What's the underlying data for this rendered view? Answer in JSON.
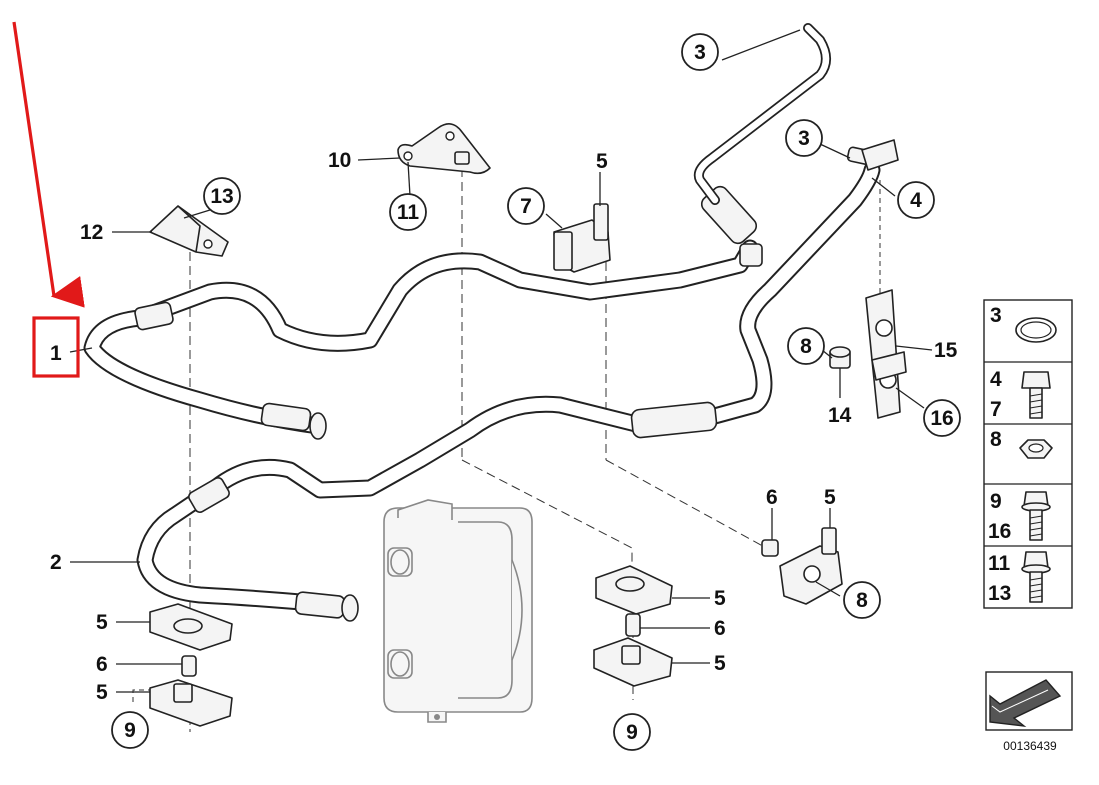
{
  "callouts": {
    "c1": "1",
    "c2": "2",
    "c3_top": "3",
    "c3_mid": "3",
    "c4": "4",
    "c5_clipA": "5",
    "c5_clipB": "5",
    "c5_left_top": "5",
    "c5_left_bot": "5",
    "c6_left": "6",
    "c9_left": "9",
    "c5_mid_top": "5",
    "c5_mid_bot": "5",
    "c6_mid": "6",
    "c9_mid": "9",
    "c6_right": "6",
    "c8_right": "8",
    "c7": "7",
    "c8_top": "8",
    "c10": "10",
    "c11": "11",
    "c12": "12",
    "c13": "13",
    "c14": "14",
    "c15": "15",
    "c16": "16"
  },
  "legend": {
    "rows": [
      {
        "labels": [
          "3"
        ],
        "icon": "seal-ring-icon"
      },
      {
        "labels": [
          "4",
          "7"
        ],
        "icon": "hex-bolt-icon"
      },
      {
        "labels": [
          "8"
        ],
        "icon": "hex-nut-icon"
      },
      {
        "labels": [
          "9",
          "16"
        ],
        "icon": "flange-bolt-icon"
      },
      {
        "labels": [
          "11",
          "13"
        ],
        "icon": "flange-bolt-icon"
      }
    ],
    "l3": "3",
    "l4": "4",
    "l7": "7",
    "l8": "8",
    "l9": "9",
    "l16": "16",
    "l11": "11",
    "l13": "13"
  },
  "diagram_id": "00136439",
  "annotation": {
    "color": "#e11919",
    "target": "1"
  }
}
